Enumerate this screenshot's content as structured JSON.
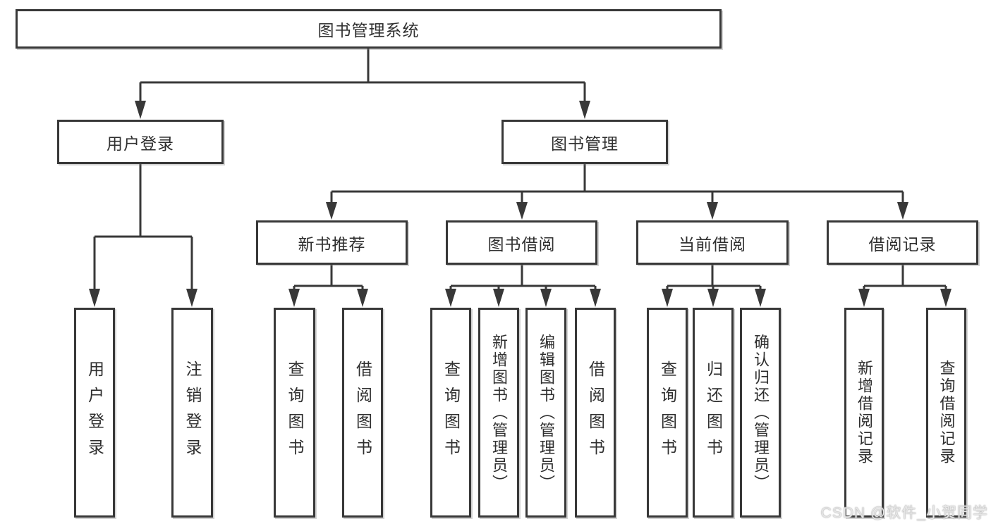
{
  "colors": {
    "line": "#383838",
    "box_border": "#383838",
    "text": "#2f2f2f",
    "background": "#ffffff",
    "watermark_text_color": "#e6e6e6"
  },
  "watermark": {
    "text": "CSDN @软件_小贺同学"
  },
  "tree": {
    "root": {
      "label": "图书管理系统"
    },
    "branches": [
      {
        "label": "用户登录",
        "children": [
          {
            "label": "用户登录"
          },
          {
            "label": "注销登录"
          }
        ]
      },
      {
        "label": "图书管理",
        "children": [
          {
            "label": "新书推荐",
            "children": [
              {
                "label": "查询图书"
              },
              {
                "label": "借阅图书"
              }
            ]
          },
          {
            "label": "图书借阅",
            "children": [
              {
                "label": "查询图书"
              },
              {
                "label": "新增图书（管理员）"
              },
              {
                "label": "编辑图书（管理员）"
              },
              {
                "label": "借阅图书"
              }
            ]
          },
          {
            "label": "当前借阅",
            "children": [
              {
                "label": "查询图书"
              },
              {
                "label": "归还图书"
              },
              {
                "label": "确认归还（管理员）"
              }
            ]
          },
          {
            "label": "借阅记录",
            "children": [
              {
                "label": "新增借阅记录"
              },
              {
                "label": "查询借阅记录"
              }
            ]
          }
        ]
      }
    ]
  }
}
